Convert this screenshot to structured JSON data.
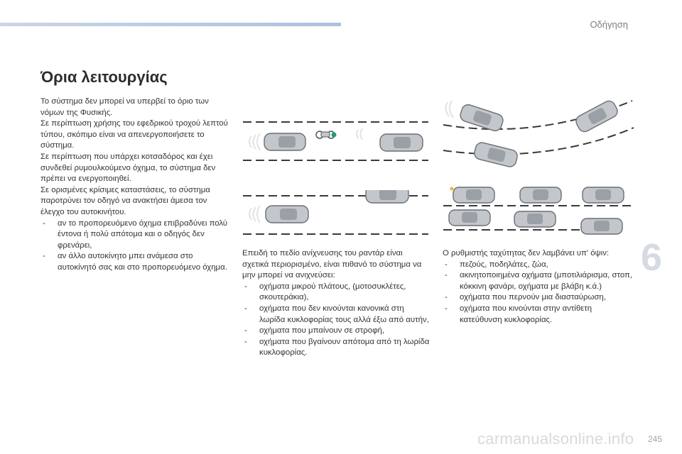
{
  "header": {
    "section": "Οδήγηση"
  },
  "chapter": "6",
  "page_number": "245",
  "watermark": "carmanualsonline.info",
  "title": "Όρια λειτουργίας",
  "column1": {
    "lines": [
      "Το σύστημα δεν μπορεί να υπερβεί το όριο των νόμων της Φυσικής.",
      "Σε περίπτωση χρήσης του εφεδρικού τροχού λεπτού τύπου, σκόπιμο είναι να απενεργοποιήσετε το σύστημα.",
      "Σε περίπτωση που υπάρχει κοτσαδόρος και έχει συνδεθεί ρυμουλκούμενο όχημα, το σύστημα δεν πρέπει να ενεργοποιηθεί.",
      "Σε ορισμένες κρίσιμες καταστάσεις, το σύστημα παροτρύνει τον οδηγό να ανακτήσει άμεσα τον έλεγχο του αυτοκινήτου."
    ],
    "bullets": [
      "αν το προπορευόμενο όχημα επιβραδύνει πολύ έντονα ή πολύ απότομα και ο οδηγός δεν φρενάρει,",
      "αν άλλο αυτοκίνητο μπει ανάμεσα στο αυτοκίνητό σας και στο προπορευόμενο όχημα."
    ]
  },
  "column2": {
    "intro": "Επειδή το πεδίο ανίχνευσης του ραντάρ είναι σχετικά περιορισμένο, είναι πιθανό το σύστημα να μην μπορεί να ανιχνεύσει:",
    "bullets": [
      "οχήματα μικρού πλάτους, (μοτοσυκλέτες, σκουτεράκια),",
      "οχήματα που δεν κινούνται κανονικά στη λωρίδα κυκλοφορίας τους αλλά έξω από αυτήν,",
      "οχήματα που μπαίνουν σε στροφή,",
      "οχήματα που βγαίνουν απότομα από τη λωρίδα κυκλοφορίας."
    ]
  },
  "column3": {
    "intro": "Ο ρυθμιστής ταχύτητας δεν λαμβάνει υπ' όψιν:",
    "bullets": [
      "πεζούς, ποδηλάτες, ζώα,",
      "ακινητοποιημένα οχήματα (μποτιλιάρισμα, στοπ, κόκκινη φανάρι, οχήματα με βλάβη κ.ά.)",
      "οχήματα που περνούν μια διασταύρωση,",
      "οχήματα που κινούνται στην αντίθετη κατεύθυνση κυκλοφορίας."
    ]
  },
  "colors": {
    "accent_green": "#1f9c7c",
    "road_line": "#3a3a3a",
    "car_body": "#bcc1c6"
  }
}
